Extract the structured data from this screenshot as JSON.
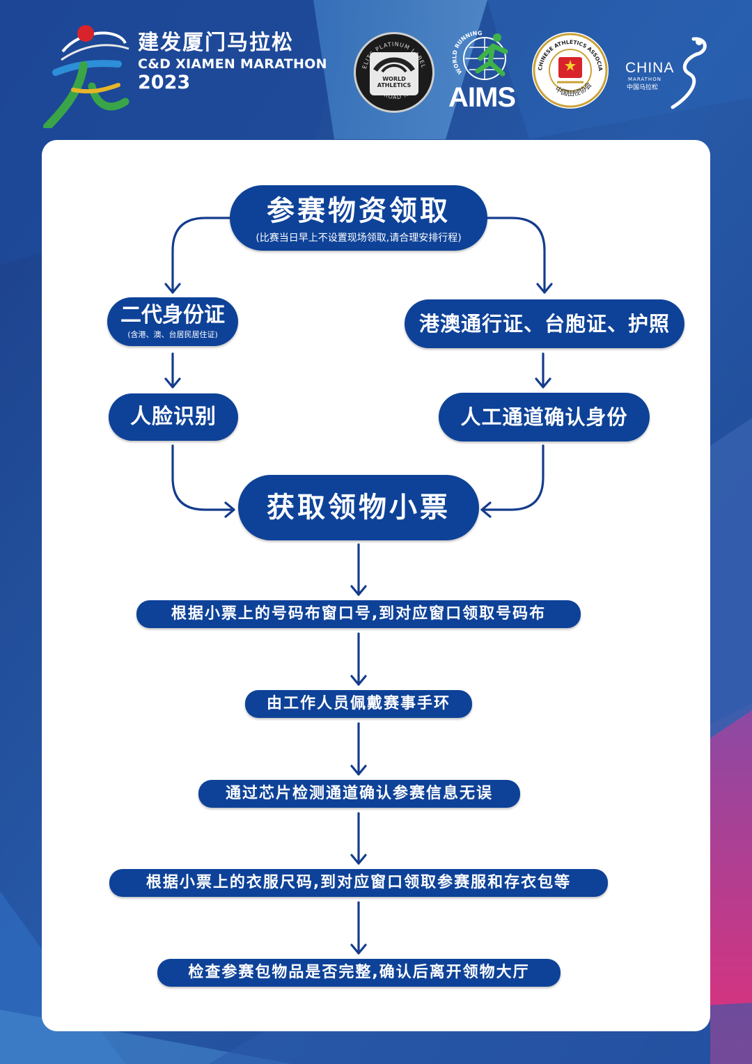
{
  "event": {
    "title_cn": "建发厦门马拉松",
    "title_en": "C&D XIAMEN MARATHON",
    "year": "2023"
  },
  "badges": {
    "world_athletics": {
      "ring_text_top": "ELITE PLATINUM LABEL",
      "ring_text_bottom": "ROAD RACE 2022",
      "center": "WORLD ATHLETICS"
    },
    "aims": {
      "ring_text": "WORLD RUNNING",
      "word": "AIMS"
    },
    "caa": {
      "ring_text_top": "CHINESE ATHLETICS ASSOCIATION",
      "ring_text_bottom": "中国田径协会"
    },
    "china_marathon": {
      "word": "CHINA",
      "sub_en": "MARATHON",
      "sub_cn": "中国马拉松"
    }
  },
  "flow": {
    "start": {
      "title": "参赛物资领取",
      "note": "(比赛当日早上不设置现场领取,请合理安排行程)"
    },
    "left_branch": {
      "id": {
        "title": "二代身份证",
        "note": "(含港、澳、台居民居住证)"
      },
      "verify": {
        "title": "人脸识别"
      }
    },
    "right_branch": {
      "id": {
        "title": "港澳通行证、台胞证、护照"
      },
      "verify": {
        "title": "人工通道确认身份"
      }
    },
    "merge": {
      "title": "获取领物小票"
    },
    "steps": [
      "根据小票上的号码布窗口号,到对应窗口领取号码布",
      "由工作人员佩戴赛事手环",
      "通过芯片检测通道确认参赛信息无误",
      "根据小票上的衣服尺码,到对应窗口领取参赛服和存衣包等",
      "检查参赛包物品是否完整,确认后离开领物大厅"
    ]
  },
  "colors": {
    "node": "#0e4298",
    "arrow": "#143c8c",
    "bg_dark": "#173a85",
    "bg_light": "#3d7fc4",
    "accent_pink": "#d9317a"
  }
}
